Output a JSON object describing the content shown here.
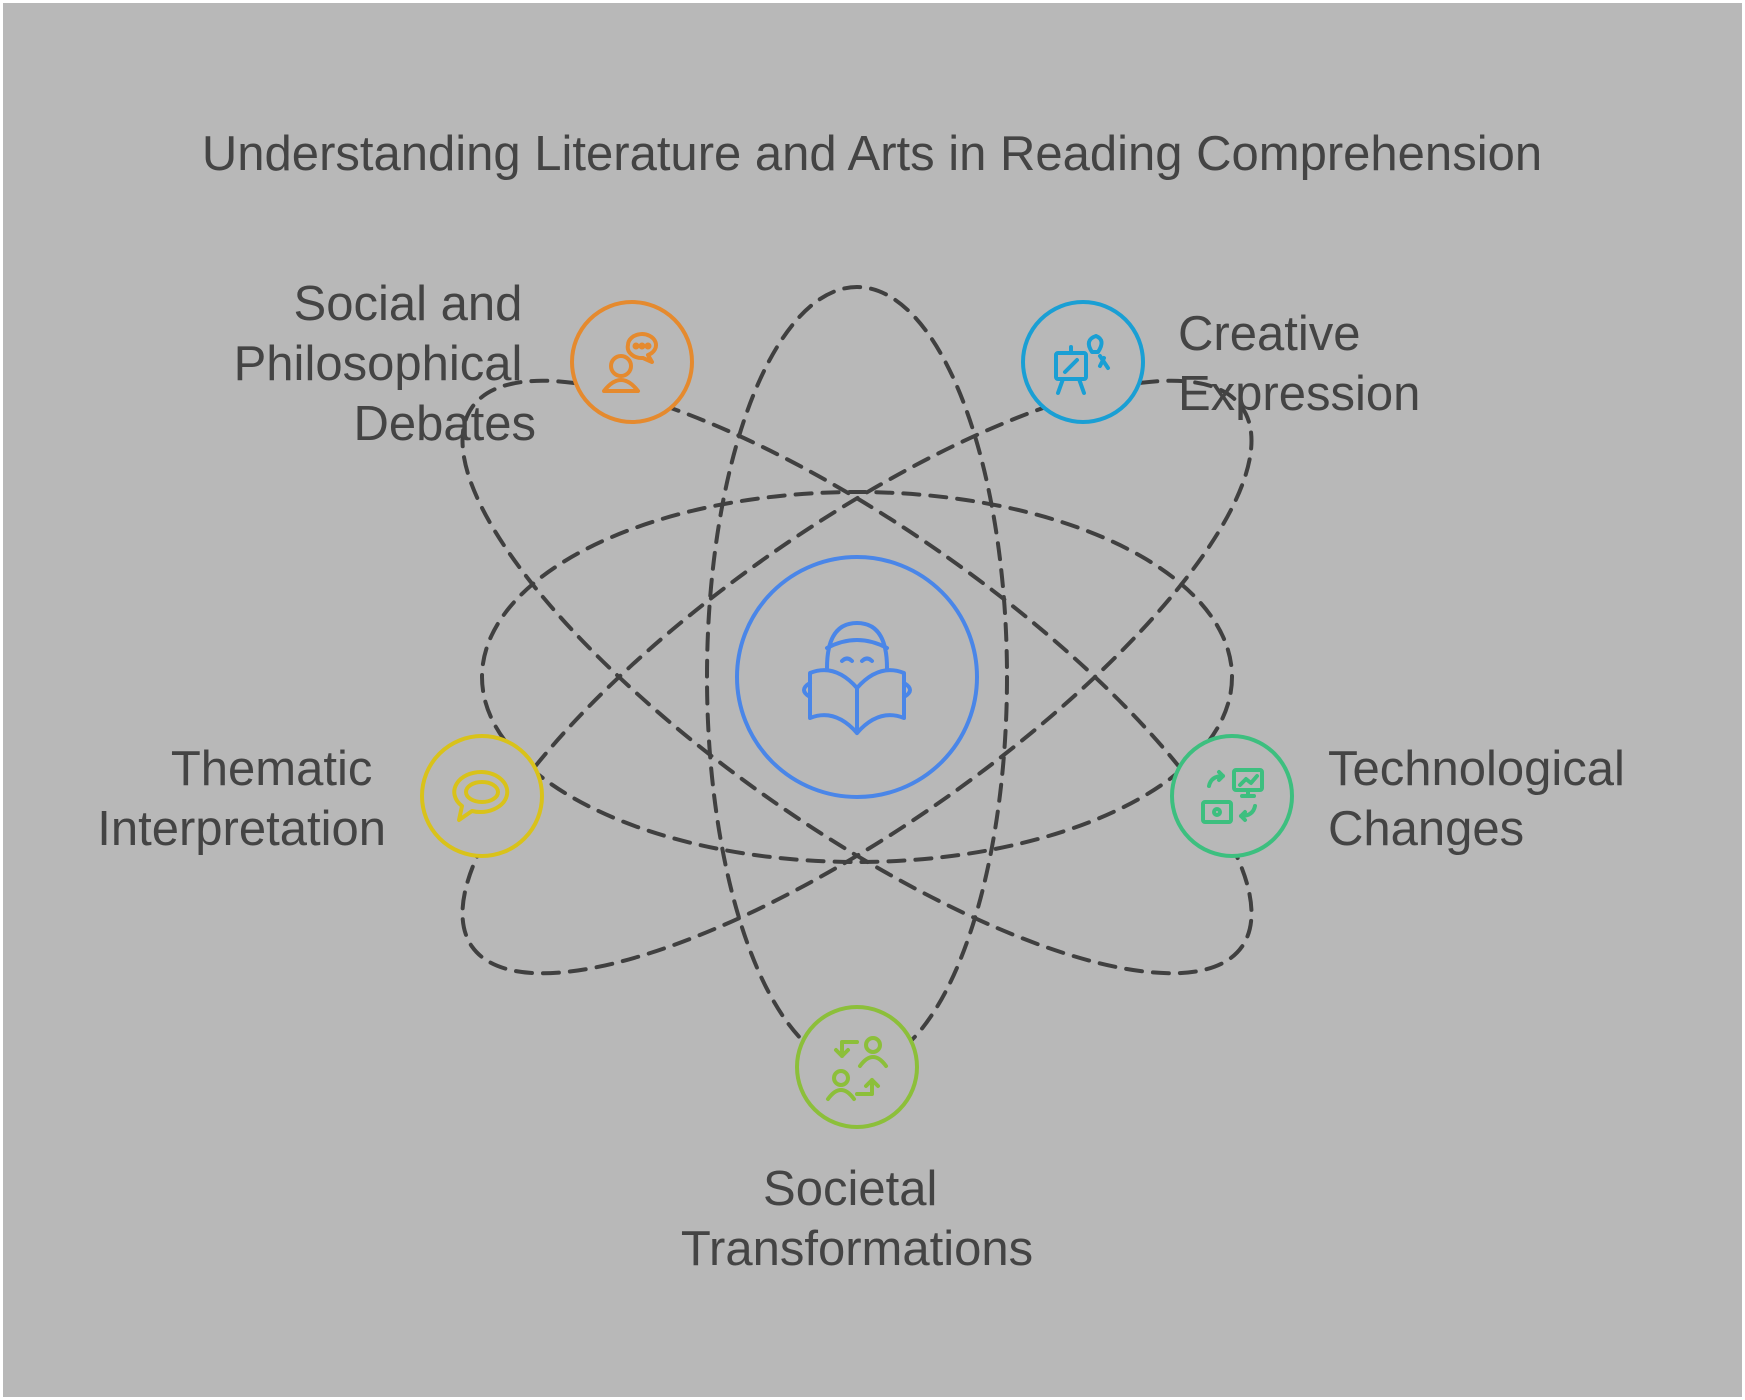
{
  "diagram": {
    "title": "Understanding Literature and Arts in Reading Comprehension",
    "background_color": "#b8b8b8",
    "center": {
      "icon": "reading-book-icon",
      "color": "#4a86e8"
    },
    "nodes": [
      {
        "id": "social",
        "label_lines": [
          "Social and",
          "Philosophical",
          "Debates"
        ],
        "icon": "discussion-person-icon",
        "color": "#e58a2e"
      },
      {
        "id": "creative",
        "label_lines": [
          "Creative",
          "Expression"
        ],
        "icon": "easel-art-icon",
        "color": "#1a9fd4"
      },
      {
        "id": "technological",
        "label_lines": [
          "Technological",
          "Changes"
        ],
        "icon": "monitor-swap-icon",
        "color": "#3dbf7f"
      },
      {
        "id": "societal",
        "label_lines": [
          "Societal",
          "Transformations"
        ],
        "icon": "people-exchange-icon",
        "color": "#8cbf3a"
      },
      {
        "id": "thematic",
        "label_lines": [
          "Thematic",
          "Interpretation"
        ],
        "icon": "speech-bubble-icon",
        "color": "#d9c21a"
      }
    ]
  }
}
